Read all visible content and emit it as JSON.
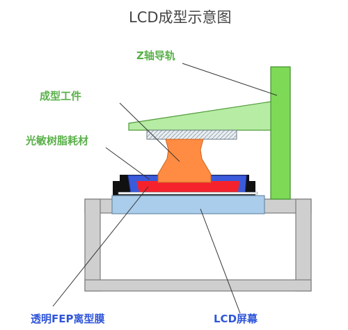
{
  "title": "LCD成型示意图",
  "labels": {
    "z_rail": "Z轴导轨",
    "workpiece": "成型工件",
    "resin": "光敏树脂耗材",
    "fep_film": "透明FEP离型膜",
    "lcd_screen": "LCD屏幕"
  },
  "colors": {
    "label_green": "#5ab04a",
    "label_blue": "#2f55d8",
    "rail_green": "#7ed957",
    "arm_green": "#b6eca3",
    "build_plate": "#d9dde0",
    "workpiece_orange": "#ff8c42",
    "resin_red": "#f5222d",
    "vat_blue": "#3b5bdb",
    "lcd_blue": "#a9cdea",
    "frame_gray": "#c9c9c9",
    "vat_black": "#111111"
  }
}
